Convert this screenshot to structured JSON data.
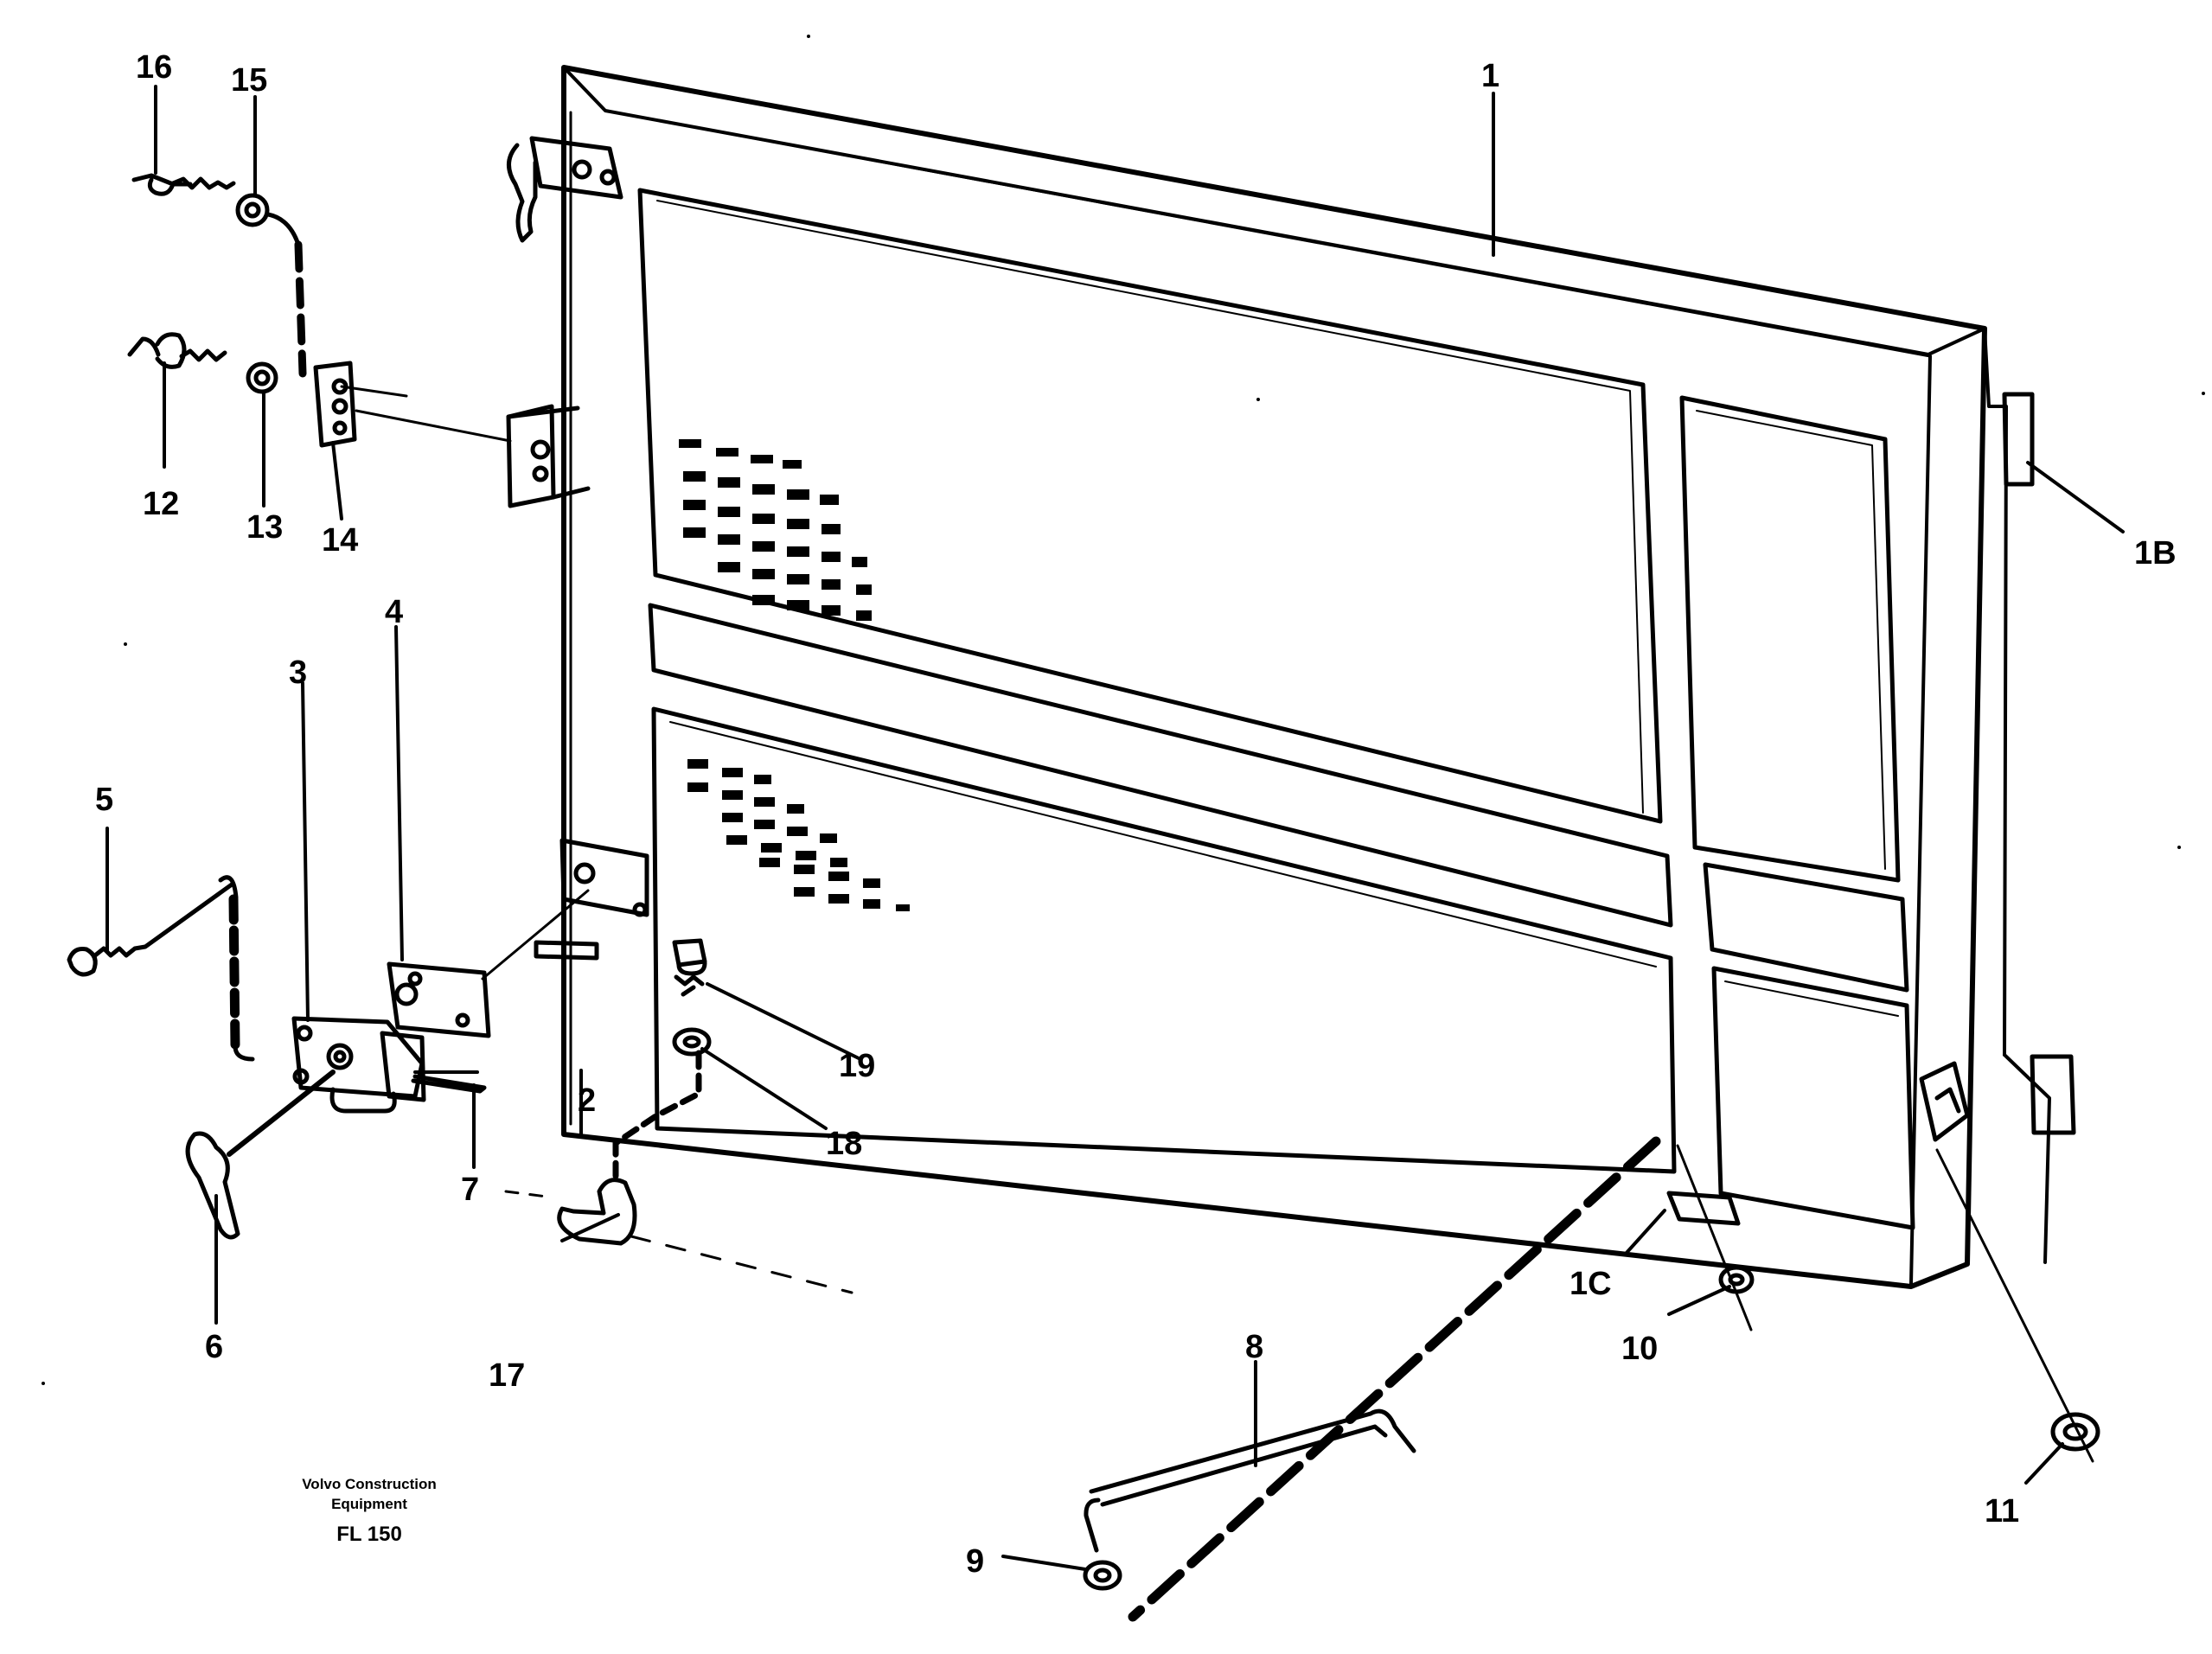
{
  "callouts": {
    "c1": "1",
    "c1b": "1B",
    "c1c": "1C",
    "c2": "2",
    "c3": "3",
    "c4": "4",
    "c5": "5",
    "c6": "6",
    "c7": "7",
    "c8": "8",
    "c9": "9",
    "c10": "10",
    "c11": "11",
    "c12": "12",
    "c13": "13",
    "c14": "14",
    "c15": "15",
    "c16": "16",
    "c17": "17",
    "c18": "18",
    "c19": "19"
  },
  "caption": {
    "line1": "Volvo Construction",
    "line2": "Equipment",
    "model": "FL 150"
  }
}
